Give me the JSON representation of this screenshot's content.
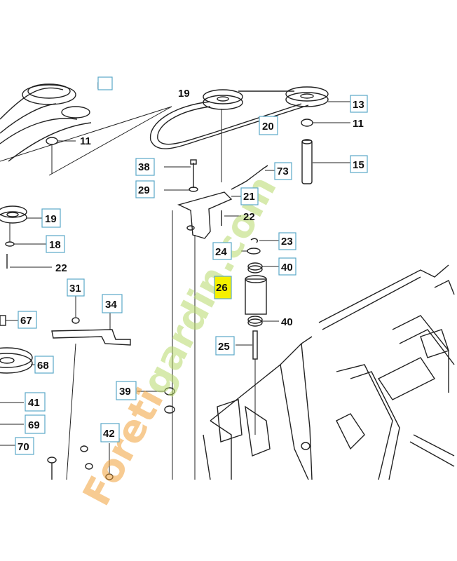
{
  "callouts": [
    {
      "id": "c19a",
      "text": "19"
    },
    {
      "id": "c13",
      "text": "13"
    },
    {
      "id": "c11a",
      "text": "11"
    },
    {
      "id": "c11b",
      "text": "11"
    },
    {
      "id": "c20",
      "text": "20"
    },
    {
      "id": "c15",
      "text": "15"
    },
    {
      "id": "c38",
      "text": "38"
    },
    {
      "id": "c73",
      "text": "73"
    },
    {
      "id": "c29",
      "text": "29"
    },
    {
      "id": "c21",
      "text": "21"
    },
    {
      "id": "c22a",
      "text": "22"
    },
    {
      "id": "c19b",
      "text": "19"
    },
    {
      "id": "c18",
      "text": "18"
    },
    {
      "id": "c23",
      "text": "23"
    },
    {
      "id": "c24",
      "text": "24"
    },
    {
      "id": "c40a",
      "text": "40"
    },
    {
      "id": "c22b",
      "text": "22"
    },
    {
      "id": "c26",
      "text": "26",
      "highlight": true
    },
    {
      "id": "c31",
      "text": "31"
    },
    {
      "id": "c34",
      "text": "34"
    },
    {
      "id": "c67",
      "text": "67"
    },
    {
      "id": "c40b",
      "text": "40"
    },
    {
      "id": "c25",
      "text": "25"
    },
    {
      "id": "c68",
      "text": "68"
    },
    {
      "id": "c39",
      "text": "39"
    },
    {
      "id": "c41",
      "text": "41"
    },
    {
      "id": "c69",
      "text": "69"
    },
    {
      "id": "c42",
      "text": "42"
    },
    {
      "id": "c70",
      "text": "70"
    }
  ],
  "watermark": {
    "text_orange": "Foreti",
    "text_green": "gardin.com",
    "color_orange": "#f2a23a",
    "color_green": "#b7d96b"
  },
  "colors": {
    "callout_border": "#5aa8c8",
    "highlight": "#f5f000",
    "line": "#222222"
  }
}
